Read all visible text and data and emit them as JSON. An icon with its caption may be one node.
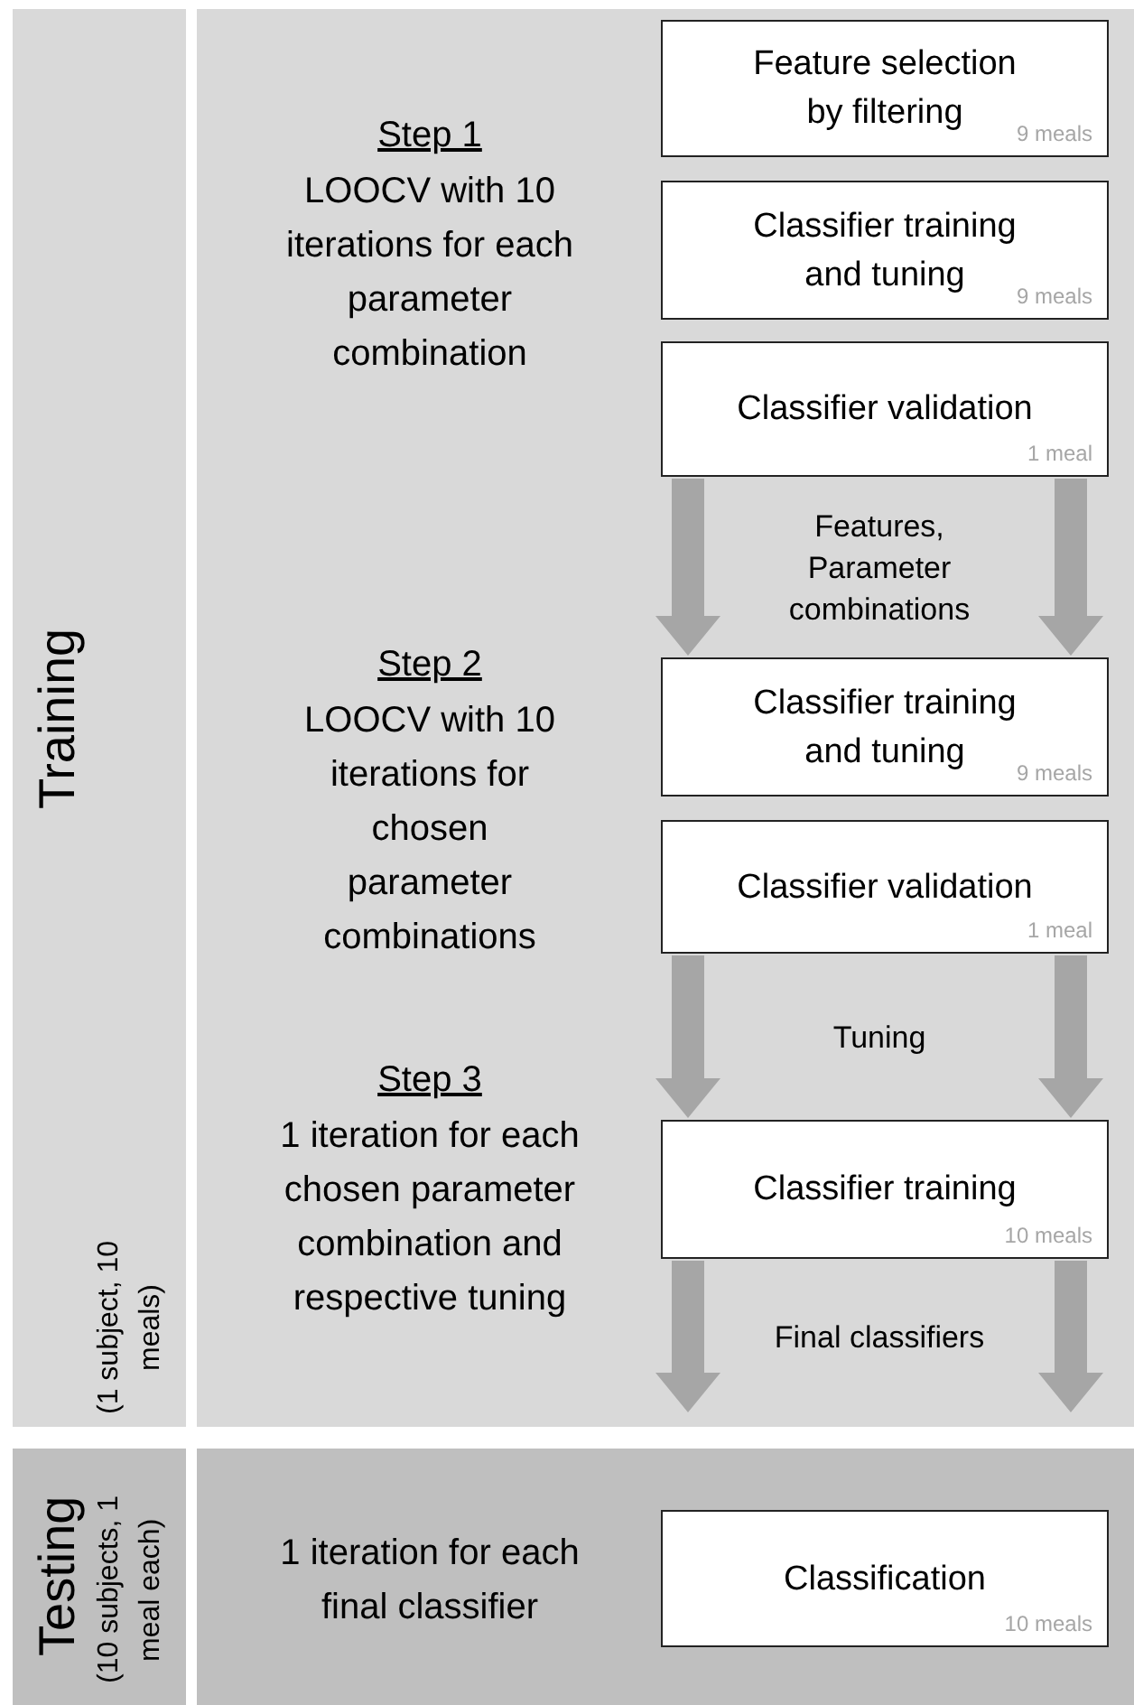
{
  "diagram": {
    "nodes": [
      {
        "text": [
          "Training",
          "(1 subject, 10 meals)"
        ]
      },
      {
        "text": [],
        "shape": "box"
      },
      {
        "text": [
          "Feature selection by filtering",
          "9 meals"
        ],
        "in": 1
      },
      {
        "text": [
          "Classifier training and tuning",
          "9 meals"
        ],
        "in": 1
      },
      {
        "text": [
          "Classifier validation",
          "1 meal"
        ],
        "in": 1
      },
      {
        "text": [
          "Classifier training and tuning",
          "9 meals"
        ],
        "in": 1
      },
      {
        "text": [
          "Classifier validation",
          "1 meal"
        ],
        "in": 1
      },
      {
        "text": [
          "Classifier training",
          "10 meals"
        ],
        "in": 1
      },
      {
        "text": [
          "Testing",
          "(10 subjects, 1 meal each)"
        ]
      },
      {
        "text": [],
        "shape": "box"
      },
      {
        "text": [
          "Classification",
          "10 meals"
        ],
        "in": 9
      }
    ],
    "edges": [
      {
        "from": 4,
        "to": 5,
        "arrow": "to",
        "label": "Features, Parameter combinations"
      },
      {
        "from": 4,
        "to": 5,
        "arrow": "to"
      },
      {
        "from": 6,
        "to": 7,
        "arrow": "to",
        "label": "Tuning"
      },
      {
        "from": 6,
        "to": 7,
        "arrow": "to"
      },
      {
        "from": 7,
        "to": null,
        "arrow": "to",
        "label": "Final classifiers"
      },
      {
        "from": 7,
        "to": null,
        "arrow": "to"
      }
    ],
    "labels": [
      "Step 1",
      "LOOCV with 10 iterations for each parameter combination",
      "Step 2",
      "LOOCV with 10 iterations for chosen parameter combinations",
      "Step 3",
      "1 iteration for each chosen parameter combination and respective tuning",
      "1 iteration for each final classifier"
    ]
  }
}
